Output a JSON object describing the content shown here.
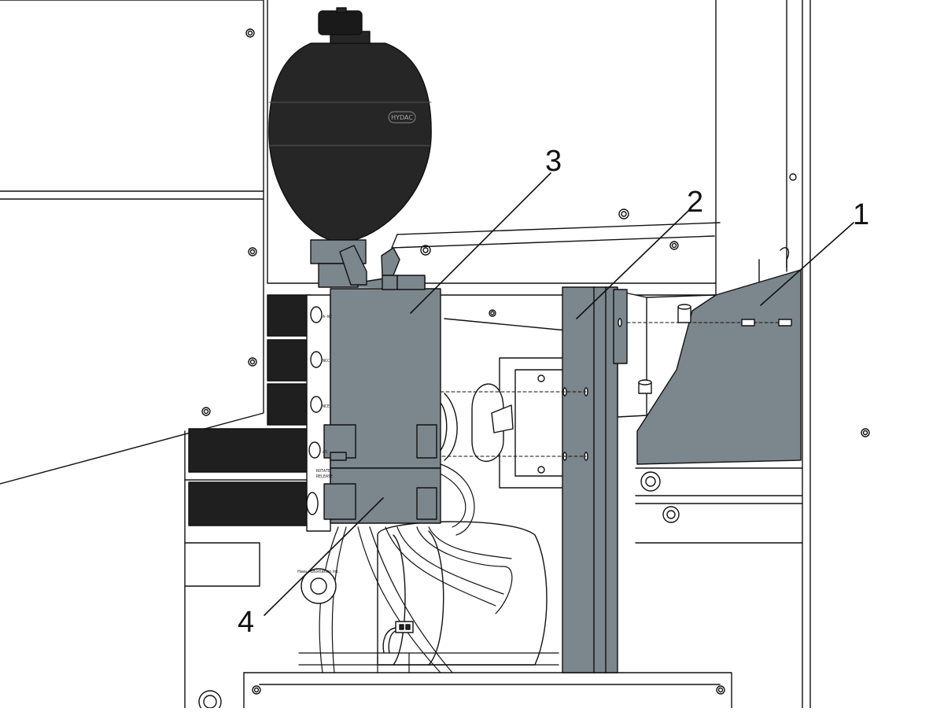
{
  "figure": {
    "callouts": [
      {
        "id": "1",
        "label": "1"
      },
      {
        "id": "2",
        "label": "2"
      },
      {
        "id": "3",
        "label": "3"
      },
      {
        "id": "4",
        "label": "4"
      }
    ],
    "accumulator_brand": "HYDAC",
    "manifold_port_labels": [
      "A-NE",
      "NCC",
      "NCE",
      "AS",
      "ROTATE",
      "RELEASE"
    ],
    "seal_text": "Haas Automation Inc.",
    "colors": {
      "line": "#111111",
      "accumulator": "#262626",
      "valve_block": "#7c868d",
      "bracket": "#7c868d",
      "valve_bank": "#1f1f1f",
      "background": "#ffffff"
    },
    "icons": [
      "bolt-icon",
      "screw-icon",
      "nut-icon"
    ]
  }
}
